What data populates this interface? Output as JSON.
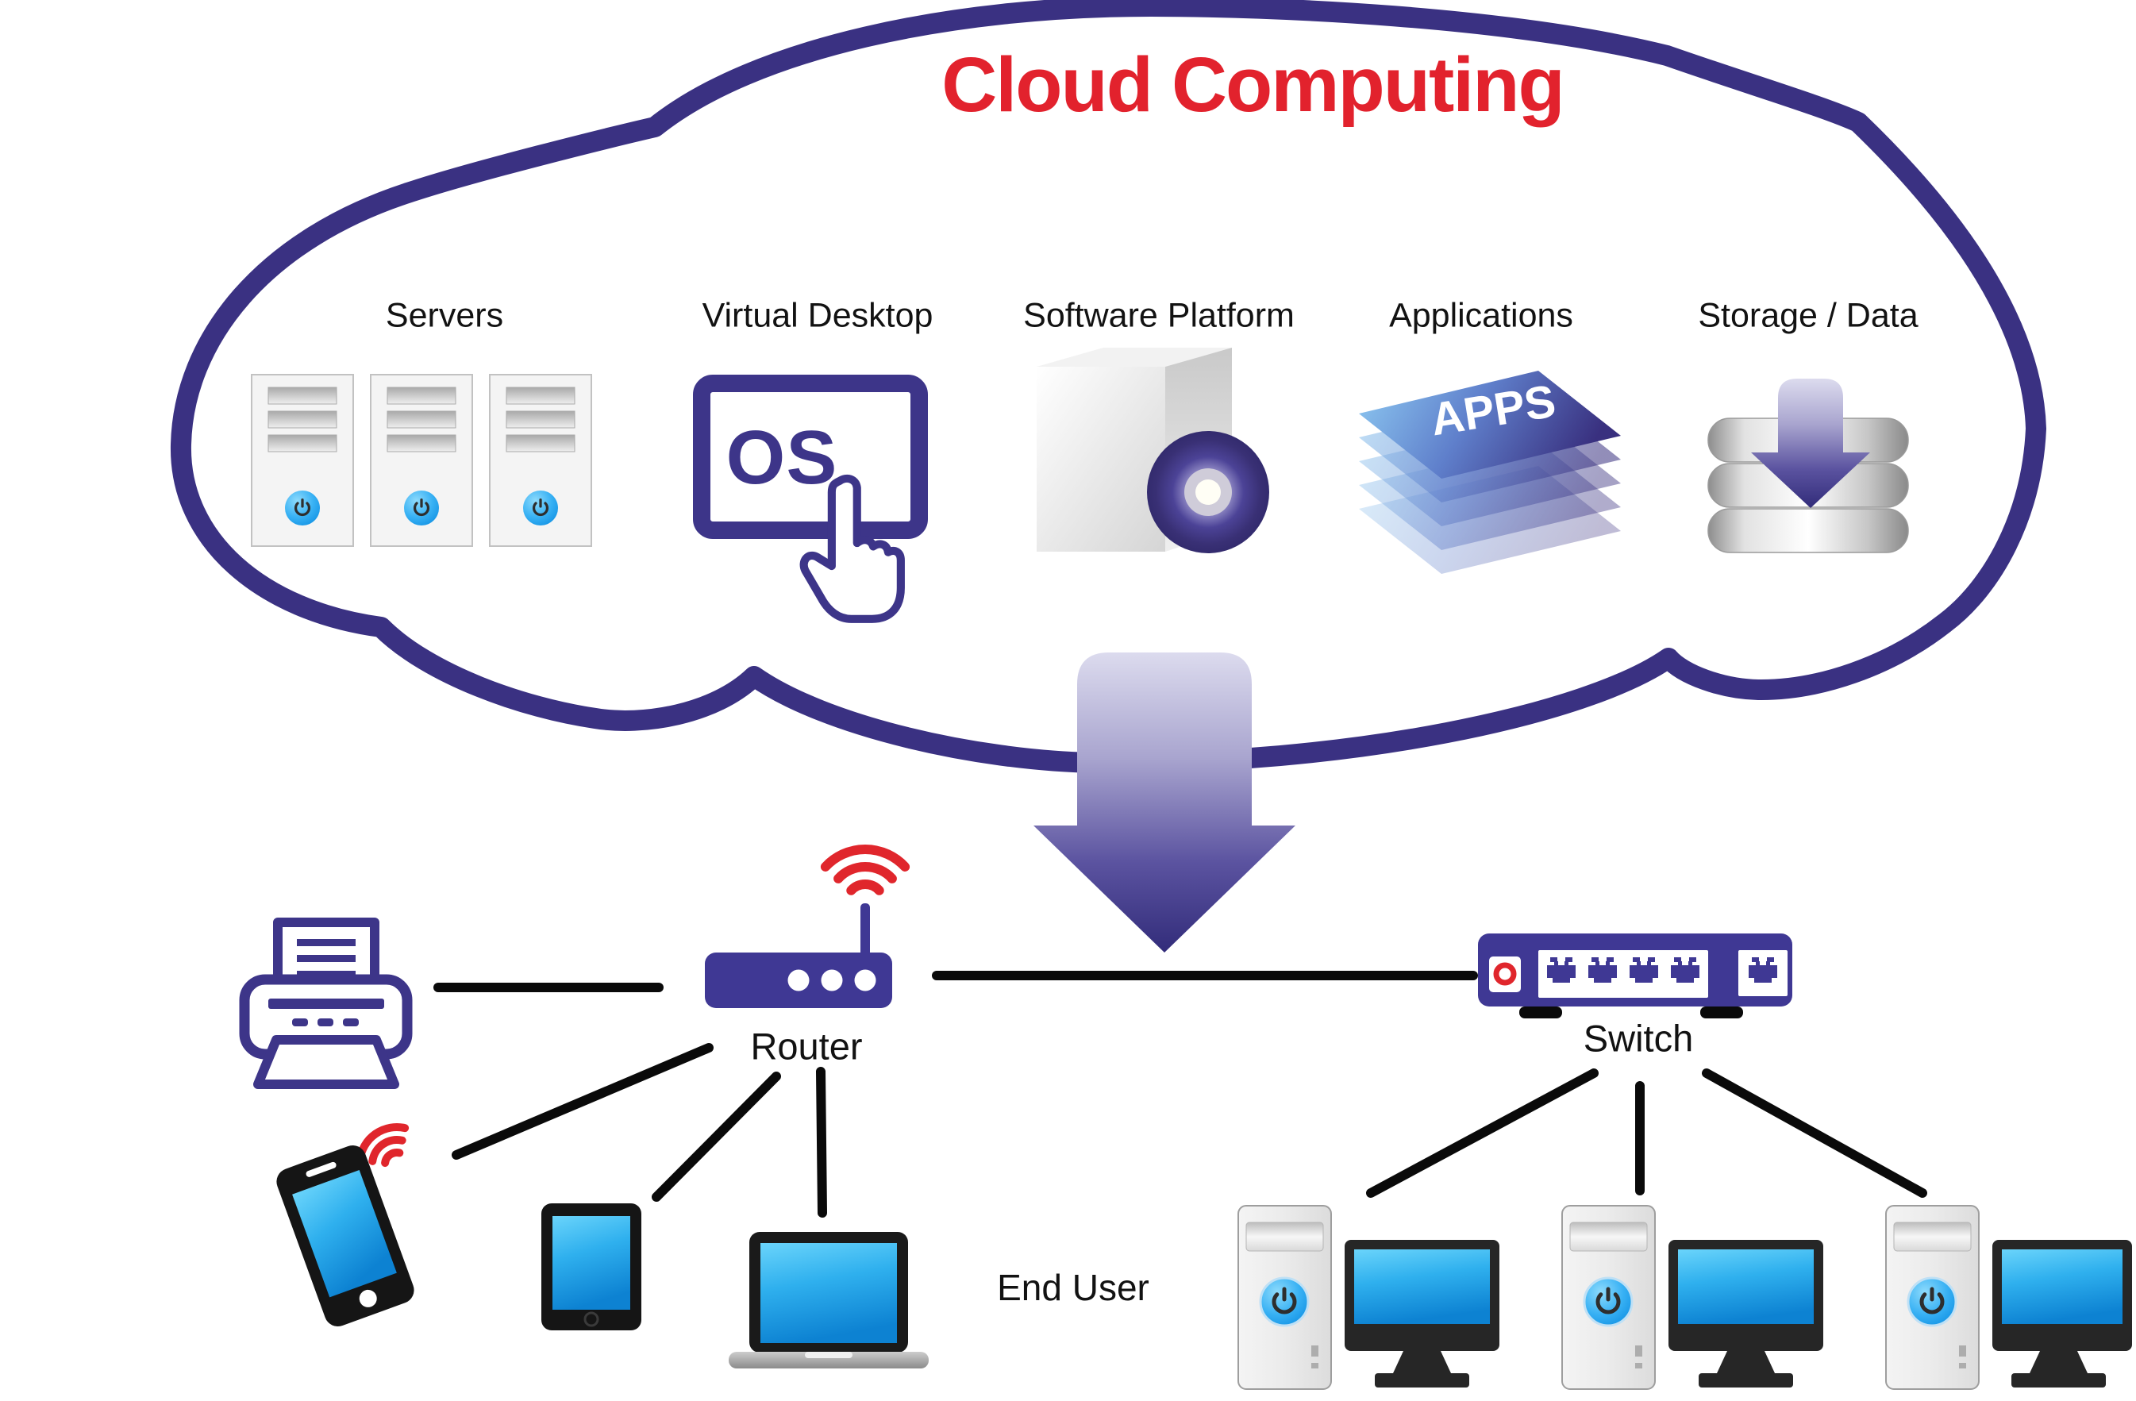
{
  "title": {
    "text": "Cloud Computing",
    "color": "#e2222d"
  },
  "sections": [
    {
      "label": "Servers",
      "icon": "server-towers-icon"
    },
    {
      "label": "Virtual Desktop",
      "icon": "virtual-desktop-os-icon",
      "screen_text": "OS"
    },
    {
      "label": "Software Platform",
      "icon": "software-box-disc-icon"
    },
    {
      "label": "Applications",
      "icon": "apps-stack-icon",
      "stack_text": "APPS"
    },
    {
      "label": "Storage / Data",
      "icon": "storage-download-icon"
    }
  ],
  "network": {
    "router_label": "Router",
    "switch_label": "Switch",
    "end_user_label": "End User",
    "left_devices": [
      "printer",
      "smartphone",
      "tablet",
      "laptop"
    ],
    "right_devices": [
      "desktop-pc",
      "desktop-pc",
      "desktop-pc"
    ],
    "connections": [
      "printer-router",
      "router-smartphone",
      "router-tablet",
      "router-laptop",
      "router-switch",
      "switch-pc1",
      "switch-pc2",
      "switch-pc3"
    ]
  },
  "colors": {
    "cloud_outline": "#3a3182",
    "device_purple": "#3f3894",
    "title_red": "#e2222d",
    "wifi_red": "#e0262c",
    "screen_blue": "#1b9ff0",
    "line_black": "#0a0a0a"
  }
}
